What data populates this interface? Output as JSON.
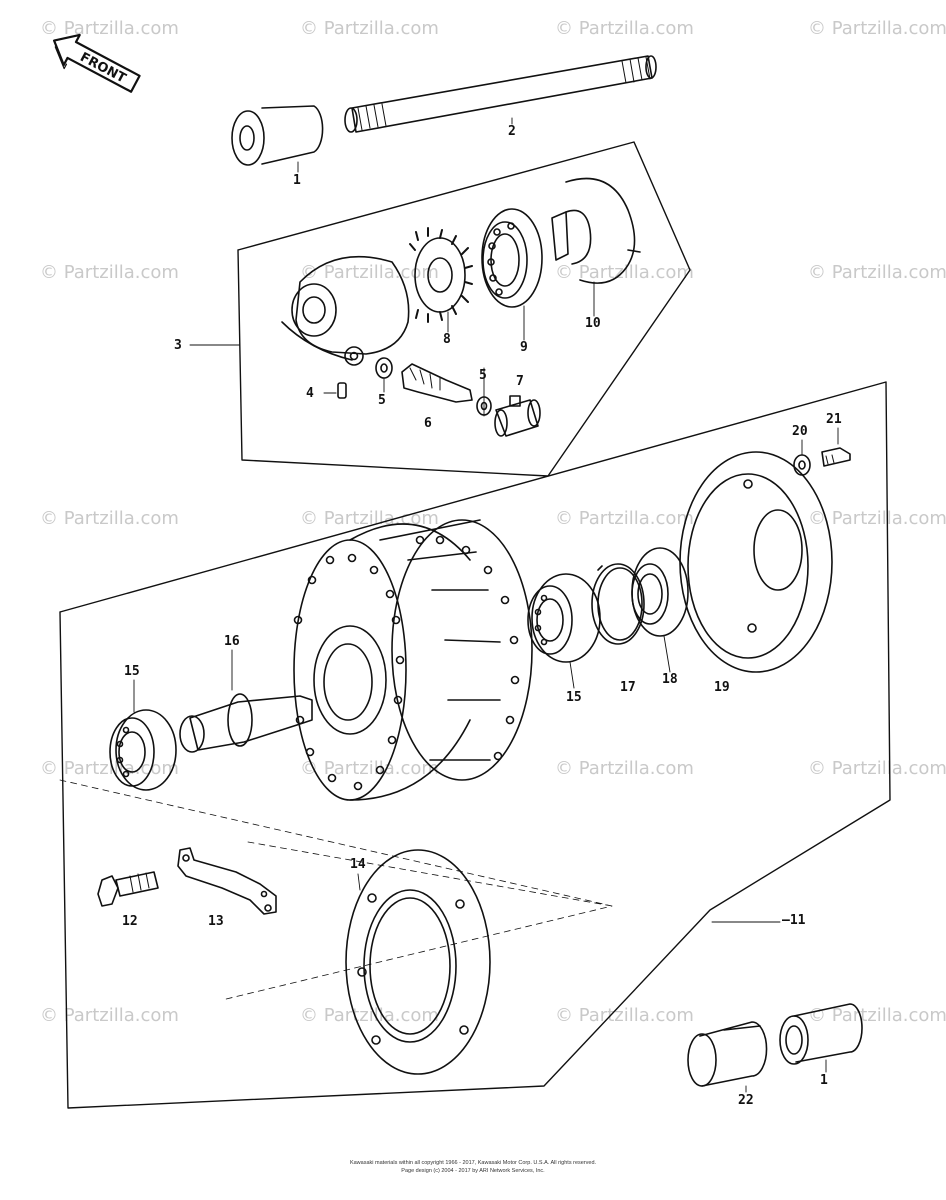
{
  "front_label": "FRONT",
  "watermark_text": "© Partzilla.com",
  "callouts": {
    "p1_top": "1",
    "p2": "2",
    "p3": "3",
    "p4": "4",
    "p5_a": "5",
    "p5_b": "5",
    "p6": "6",
    "p7": "7",
    "p8": "8",
    "p9": "9",
    "p10": "10",
    "p11": "11",
    "p12": "12",
    "p13": "13",
    "p14": "14",
    "p15_left": "15",
    "p15_right": "15",
    "p16": "16",
    "p17": "17",
    "p18": "18",
    "p19": "19",
    "p20": "20",
    "p21": "21",
    "p22": "22",
    "p1_bottom": "1"
  },
  "footer": {
    "line1": "Kawasaki materials within all copyright 1966 - 2017, Kawasaki Motor Corp. U.S.A. All rights reserved.",
    "line2": "Page design (c) 2004 - 2017 by ARI Network Services, Inc."
  }
}
